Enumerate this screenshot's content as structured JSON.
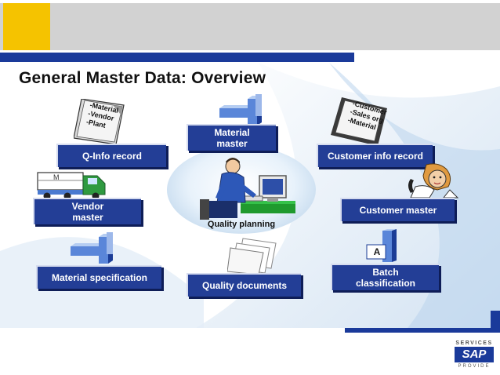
{
  "slide": {
    "title": "General Master Data: Overview",
    "center_label": "Quality planning"
  },
  "nodes": {
    "material_master": [
      "Material",
      "master"
    ],
    "q_info_record": [
      "Q-Info record"
    ],
    "customer_info_record": [
      "Customer info record"
    ],
    "vendor_master": [
      "Vendor",
      "master"
    ],
    "customer_master": [
      "Customer master"
    ],
    "material_specification": [
      "Material specification"
    ],
    "quality_documents": [
      "Quality documents"
    ],
    "batch_classification": [
      "Batch",
      "classification"
    ]
  },
  "doc_notes": {
    "q_info": [
      "-Material",
      "-Vendor",
      "-Plant"
    ],
    "customer_info": [
      "-Customer",
      "-Sales org",
      "-Material"
    ]
  },
  "batch_icon_letter": "A",
  "logo": {
    "top_text": "SERVICES",
    "brand": "SAP",
    "bottom_text": "PROVIDE"
  },
  "colors": {
    "box_fill": "#233e96",
    "accent_yellow": "#f5c300",
    "header_gray": "#d2d2d2",
    "rule_blue": "#1a3a9a"
  }
}
